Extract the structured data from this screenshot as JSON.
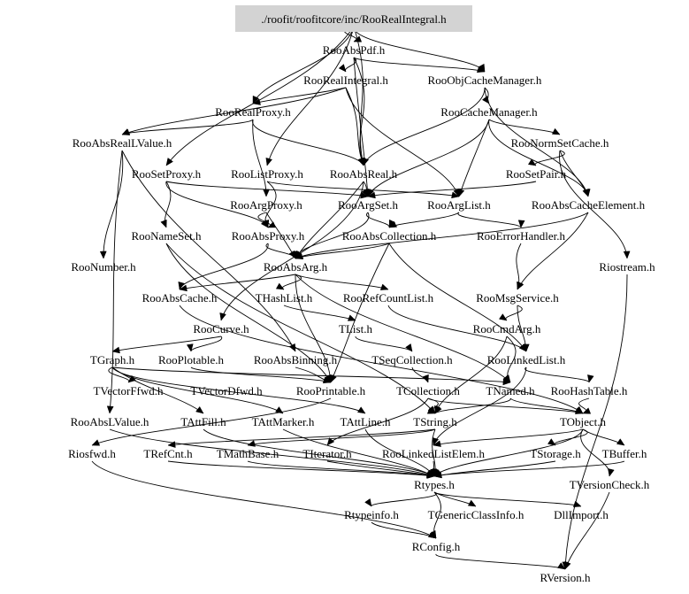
{
  "graph": {
    "title": "Include dependency graph for RooRealIntegral.h",
    "root": {
      "id": "root",
      "label": "./roofit/roofitcore/inc/RooRealIntegral.h",
      "fill": "#d3d3d3"
    },
    "nodes": [
      {
        "id": "RooAbsPdf",
        "label": "RooAbsPdf.h"
      },
      {
        "id": "RooRealIntegral",
        "label": "RooRealIntegral.h"
      },
      {
        "id": "RooObjCacheManager",
        "label": "RooObjCacheManager.h"
      },
      {
        "id": "RooRealProxy",
        "label": "RooRealProxy.h"
      },
      {
        "id": "RooCacheManager",
        "label": "RooCacheManager.h"
      },
      {
        "id": "RooAbsRealLValue",
        "label": "RooAbsRealLValue.h"
      },
      {
        "id": "RooNormSetCache",
        "label": "RooNormSetCache.h"
      },
      {
        "id": "RooSetProxy",
        "label": "RooSetProxy.h"
      },
      {
        "id": "RooListProxy",
        "label": "RooListProxy.h"
      },
      {
        "id": "RooAbsReal",
        "label": "RooAbsReal.h"
      },
      {
        "id": "RooSetPair",
        "label": "RooSetPair.h"
      },
      {
        "id": "RooArgProxy",
        "label": "RooArgProxy.h"
      },
      {
        "id": "RooArgSet",
        "label": "RooArgSet.h"
      },
      {
        "id": "RooArgList",
        "label": "RooArgList.h"
      },
      {
        "id": "RooAbsCacheElement",
        "label": "RooAbsCacheElement.h"
      },
      {
        "id": "RooNameSet",
        "label": "RooNameSet.h"
      },
      {
        "id": "RooAbsProxy",
        "label": "RooAbsProxy.h"
      },
      {
        "id": "RooAbsCollection",
        "label": "RooAbsCollection.h"
      },
      {
        "id": "RooErrorHandler",
        "label": "RooErrorHandler.h"
      },
      {
        "id": "RooNumber",
        "label": "RooNumber.h"
      },
      {
        "id": "RooAbsArg",
        "label": "RooAbsArg.h"
      },
      {
        "id": "Riostream",
        "label": "Riostream.h"
      },
      {
        "id": "RooAbsCache",
        "label": "RooAbsCache.h"
      },
      {
        "id": "THashList",
        "label": "THashList.h"
      },
      {
        "id": "RooRefCountList",
        "label": "RooRefCountList.h"
      },
      {
        "id": "RooMsgService",
        "label": "RooMsgService.h"
      },
      {
        "id": "RooCurve",
        "label": "RooCurve.h"
      },
      {
        "id": "TList",
        "label": "TList.h"
      },
      {
        "id": "RooCmdArg",
        "label": "RooCmdArg.h"
      },
      {
        "id": "TGraph",
        "label": "TGraph.h"
      },
      {
        "id": "RooPlotable",
        "label": "RooPlotable.h"
      },
      {
        "id": "RooAbsBinning",
        "label": "RooAbsBinning.h"
      },
      {
        "id": "TSeqCollection",
        "label": "TSeqCollection.h"
      },
      {
        "id": "RooLinkedList",
        "label": "RooLinkedList.h"
      },
      {
        "id": "TVectorFfwd",
        "label": "TVectorFfwd.h"
      },
      {
        "id": "TVectorDfwd",
        "label": "TVectorDfwd.h"
      },
      {
        "id": "RooPrintable",
        "label": "RooPrintable.h"
      },
      {
        "id": "TCollection",
        "label": "TCollection.h"
      },
      {
        "id": "TNamed",
        "label": "TNamed.h"
      },
      {
        "id": "RooHashTable",
        "label": "RooHashTable.h"
      },
      {
        "id": "RooAbsLValue",
        "label": "RooAbsLValue.h"
      },
      {
        "id": "TAttFill",
        "label": "TAttFill.h"
      },
      {
        "id": "TAttMarker",
        "label": "TAttMarker.h"
      },
      {
        "id": "TAttLine",
        "label": "TAttLine.h"
      },
      {
        "id": "TString",
        "label": "TString.h"
      },
      {
        "id": "TObject",
        "label": "TObject.h"
      },
      {
        "id": "Riosfwd",
        "label": "Riosfwd.h"
      },
      {
        "id": "TRefCnt",
        "label": "TRefCnt.h"
      },
      {
        "id": "TMathBase",
        "label": "TMathBase.h"
      },
      {
        "id": "TIterator",
        "label": "TIterator.h"
      },
      {
        "id": "RooLinkedListElem",
        "label": "RooLinkedListElem.h"
      },
      {
        "id": "TStorage",
        "label": "TStorage.h"
      },
      {
        "id": "TBuffer",
        "label": "TBuffer.h"
      },
      {
        "id": "Rtypes",
        "label": "Rtypes.h"
      },
      {
        "id": "TVersionCheck",
        "label": "TVersionCheck.h"
      },
      {
        "id": "Rtypeinfo",
        "label": "Rtypeinfo.h"
      },
      {
        "id": "TGenericClassInfo",
        "label": "TGenericClassInfo.h"
      },
      {
        "id": "DllImport",
        "label": "DllImport.h"
      },
      {
        "id": "RConfig",
        "label": "RConfig.h"
      },
      {
        "id": "RVersion",
        "label": "RVersion.h"
      }
    ],
    "edges": [
      [
        "root",
        "RooAbsPdf"
      ],
      [
        "root",
        "RooRealProxy"
      ],
      [
        "root",
        "RooSetProxy"
      ],
      [
        "root",
        "RooAbsReal"
      ],
      [
        "root",
        "RooListProxy"
      ],
      [
        "root",
        "RooObjCacheManager"
      ],
      [
        "RooAbsPdf",
        "RooRealIntegral"
      ],
      [
        "RooAbsPdf",
        "RooObjCacheManager"
      ],
      [
        "RooAbsPdf",
        "RooAbsReal"
      ],
      [
        "RooAbsPdf",
        "RooArgSet"
      ],
      [
        "RooRealIntegral",
        "RooRealProxy"
      ],
      [
        "RooRealIntegral",
        "RooAbsReal"
      ],
      [
        "RooRealIntegral",
        "RooArgList"
      ],
      [
        "RooRealIntegral",
        "RooAbsRealLValue"
      ],
      [
        "RooObjCacheManager",
        "RooCacheManager"
      ],
      [
        "RooObjCacheManager",
        "RooAbsCacheElement"
      ],
      [
        "RooObjCacheManager",
        "RooAbsReal"
      ],
      [
        "RooCacheManager",
        "RooNormSetCache"
      ],
      [
        "RooCacheManager",
        "RooAbsCacheElement"
      ],
      [
        "RooCacheManager",
        "RooArgSet"
      ],
      [
        "RooCacheManager",
        "RooArgList"
      ],
      [
        "RooNormSetCache",
        "RooSetPair"
      ],
      [
        "RooNormSetCache",
        "RooAbsCacheElement"
      ],
      [
        "RooNormSetCache",
        "Riostream"
      ],
      [
        "RooRealProxy",
        "RooAbsRealLValue"
      ],
      [
        "RooRealProxy",
        "RooArgProxy"
      ],
      [
        "RooRealProxy",
        "RooAbsReal"
      ],
      [
        "RooAbsRealLValue",
        "RooNumber"
      ],
      [
        "RooAbsRealLValue",
        "RooAbsLValue"
      ],
      [
        "RooAbsRealLValue",
        "RooAbsBinning"
      ],
      [
        "RooSetProxy",
        "RooArgSet"
      ],
      [
        "RooSetProxy",
        "RooAbsProxy"
      ],
      [
        "RooSetProxy",
        "RooNameSet"
      ],
      [
        "RooListProxy",
        "RooArgList"
      ],
      [
        "RooListProxy",
        "RooAbsProxy"
      ],
      [
        "RooAbsReal",
        "RooArgSet"
      ],
      [
        "RooAbsReal",
        "RooAbsArg"
      ],
      [
        "RooAbsReal",
        "RooCurve"
      ],
      [
        "RooSetPair",
        "RooArgSet"
      ],
      [
        "RooArgProxy",
        "RooAbsProxy"
      ],
      [
        "RooArgProxy",
        "RooAbsArg"
      ],
      [
        "RooArgSet",
        "RooAbsCollection"
      ],
      [
        "RooArgSet",
        "RooAbsArg"
      ],
      [
        "RooArgList",
        "RooAbsCollection"
      ],
      [
        "RooArgList",
        "RooErrorHandler"
      ],
      [
        "RooAbsCacheElement",
        "RooAbsArg"
      ],
      [
        "RooAbsCacheElement",
        "RooMsgService"
      ],
      [
        "RooNameSet",
        "TString"
      ],
      [
        "RooNameSet",
        "RooPrintable"
      ],
      [
        "RooAbsProxy",
        "RooAbsArg"
      ],
      [
        "RooAbsProxy",
        "RooAbsCache"
      ],
      [
        "RooAbsCollection",
        "RooAbsArg"
      ],
      [
        "RooAbsCollection",
        "RooPrintable"
      ],
      [
        "RooAbsCollection",
        "RooLinkedList"
      ],
      [
        "RooErrorHandler",
        "RooMsgService"
      ],
      [
        "RooAbsArg",
        "THashList"
      ],
      [
        "RooAbsArg",
        "RooRefCountList"
      ],
      [
        "RooAbsArg",
        "RooAbsCache"
      ],
      [
        "RooAbsArg",
        "TNamed"
      ],
      [
        "RooAbsArg",
        "RooPrintable"
      ],
      [
        "RooAbsCache",
        "TObject"
      ],
      [
        "THashList",
        "TList"
      ],
      [
        "RooRefCountList",
        "RooLinkedList"
      ],
      [
        "RooMsgService",
        "RooCmdArg"
      ],
      [
        "RooMsgService",
        "RooLinkedList"
      ],
      [
        "RooCurve",
        "TGraph"
      ],
      [
        "RooCurve",
        "RooPlotable"
      ],
      [
        "TList",
        "TSeqCollection"
      ],
      [
        "RooCmdArg",
        "TNamed"
      ],
      [
        "RooCmdArg",
        "TString"
      ],
      [
        "TGraph",
        "TVectorFfwd"
      ],
      [
        "TGraph",
        "TAttFill"
      ],
      [
        "TGraph",
        "TAttMarker"
      ],
      [
        "TGraph",
        "TAttLine"
      ],
      [
        "TGraph",
        "TNamed"
      ],
      [
        "RooPlotable",
        "RooPrintable"
      ],
      [
        "RooAbsBinning",
        "RooPrintable"
      ],
      [
        "TSeqCollection",
        "TCollection"
      ],
      [
        "RooLinkedList",
        "RooHashTable"
      ],
      [
        "RooLinkedList",
        "RooLinkedListElem"
      ],
      [
        "RooPrintable",
        "Riosfwd"
      ],
      [
        "TCollection",
        "TString"
      ],
      [
        "TCollection",
        "TIterator"
      ],
      [
        "TCollection",
        "TObject"
      ],
      [
        "TNamed",
        "TString"
      ],
      [
        "TNamed",
        "TObject"
      ],
      [
        "RooHashTable",
        "TObject"
      ],
      [
        "RooAbsLValue",
        "Rtypes"
      ],
      [
        "TAttFill",
        "Rtypes"
      ],
      [
        "TAttMarker",
        "Rtypes"
      ],
      [
        "TAttLine",
        "Rtypes"
      ],
      [
        "TString",
        "TRefCnt"
      ],
      [
        "TString",
        "TMathBase"
      ],
      [
        "TString",
        "Rtypes"
      ],
      [
        "TObject",
        "TStorage"
      ],
      [
        "TObject",
        "TBuffer"
      ],
      [
        "TObject",
        "TVersionCheck"
      ],
      [
        "TObject",
        "Rtypes"
      ],
      [
        "TObject",
        "RooLinkedListElem"
      ],
      [
        "Riosfwd",
        "RConfig"
      ],
      [
        "TRefCnt",
        "Rtypes"
      ],
      [
        "TMathBase",
        "Rtypes"
      ],
      [
        "TIterator",
        "Rtypes"
      ],
      [
        "RooLinkedListElem",
        "Rtypes"
      ],
      [
        "TStorage",
        "Rtypes"
      ],
      [
        "TBuffer",
        "Rtypes"
      ],
      [
        "TVersionCheck",
        "RVersion"
      ],
      [
        "Rtypes",
        "Rtypeinfo"
      ],
      [
        "Rtypes",
        "TGenericClassInfo"
      ],
      [
        "Rtypes",
        "DllImport"
      ],
      [
        "Rtypes",
        "RConfig"
      ],
      [
        "Rtypeinfo",
        "RConfig"
      ],
      [
        "RConfig",
        "RVersion"
      ],
      [
        "Riostream",
        "RVersion"
      ]
    ]
  }
}
